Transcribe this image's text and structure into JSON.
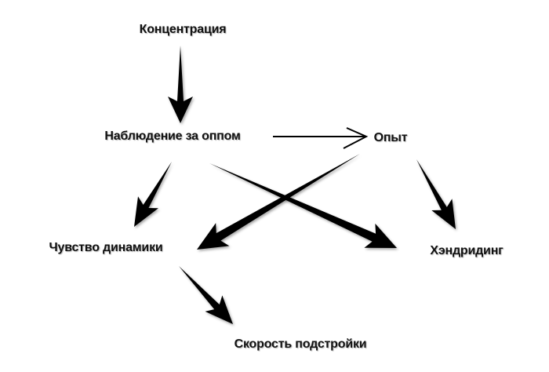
{
  "nodes": {
    "concentration": "Концентрация",
    "observation": "Наблюдение за оппом",
    "experience": "Опыт",
    "dynamics": "Чувство динамики",
    "handreading": "Хэндридинг",
    "adjustment": "Скорость подстройки"
  },
  "edges": [
    {
      "from": "concentration",
      "to": "observation",
      "style": "bold"
    },
    {
      "from": "observation",
      "to": "experience",
      "style": "thin"
    },
    {
      "from": "observation",
      "to": "dynamics",
      "style": "bold"
    },
    {
      "from": "observation",
      "to": "handreading",
      "style": "bold"
    },
    {
      "from": "experience",
      "to": "dynamics",
      "style": "bold"
    },
    {
      "from": "experience",
      "to": "handreading",
      "style": "bold"
    },
    {
      "from": "dynamics",
      "to": "adjustment",
      "style": "bold"
    }
  ],
  "colors": {
    "arrow": "#000000",
    "text": "#111111",
    "background": "#ffffff"
  }
}
